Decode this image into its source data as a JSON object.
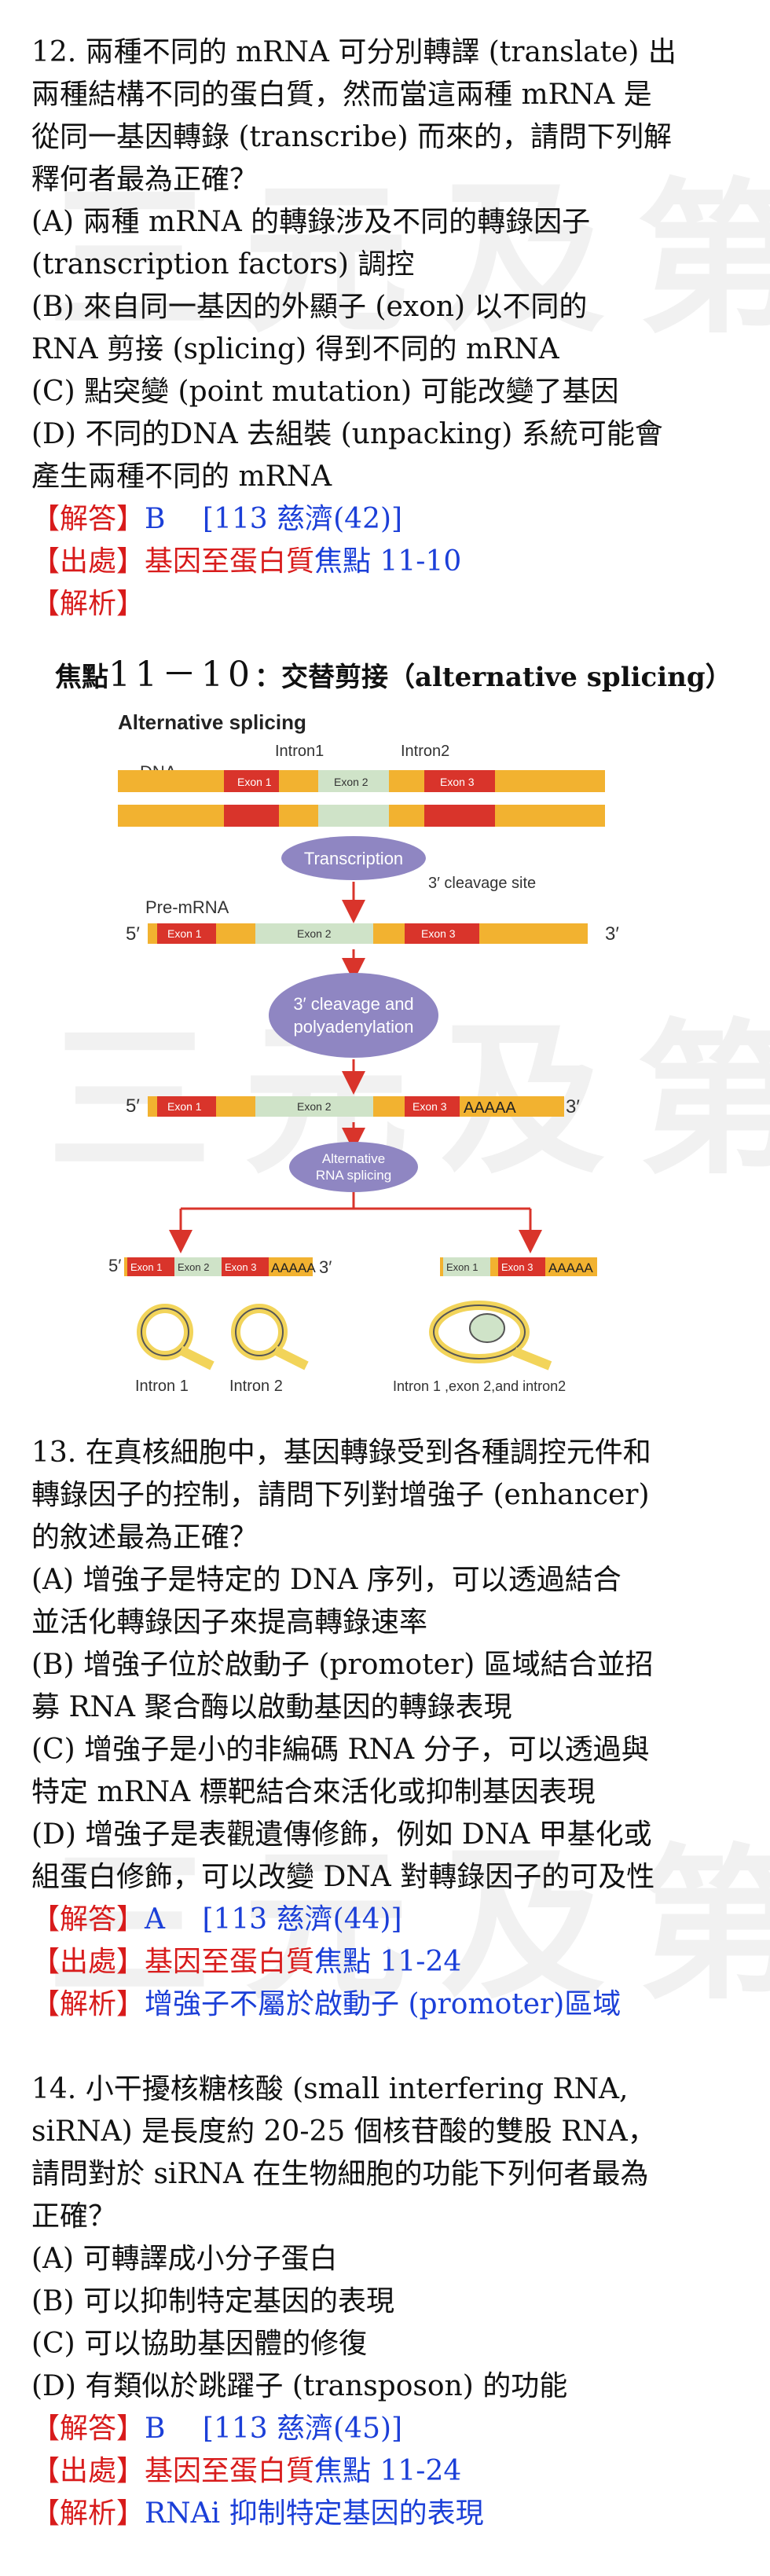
{
  "watermark": "三元及第",
  "q12": {
    "lines": [
      "12. 兩種不同的 mRNA 可分別轉譯 (translate) 出",
      "兩種結構不同的蛋白質，然而當這兩種 mRNA 是",
      "從同一基因轉錄 (transcribe) 而來的，請問下列解",
      "釋何者最為正確？",
      "(A) 兩種 mRNA 的轉錄涉及不同的轉錄因子",
      "(transcription factors) 調控",
      "(B) 來自同一基因的外顯子 (exon) 以不同的",
      "RNA 剪接 (splicing) 得到不同的 mRNA",
      "(C) 點突變 (point mutation) 可能改變了基因",
      "(D) 不同的DNA 去組裝 (unpacking) 系統可能會",
      "產生兩種不同的 mRNA"
    ],
    "answer_label": "【解答】",
    "answer_value": "B　 [113 慈濟(42)]",
    "source_label": "【出處】",
    "source_value": "基因至蛋白質",
    "source_value2": "焦點 11-10",
    "explain_label": "【解析】",
    "focus_prefix": "焦點",
    "focus_num": "11－10",
    "focus_title": "：交替剪接（alternative splicing）"
  },
  "figure": {
    "title": "Alternative splicing",
    "dna": "DNA",
    "intron1": "Intron1",
    "intron2": "Intron2",
    "exon1": "Exon 1",
    "exon2": "Exon 2",
    "exon3": "Exon 3",
    "transcription": "Transcription",
    "cleavage_site": "3′ cleavage site",
    "pre_mrna": "Pre-mRNA",
    "five": "5′",
    "three": "3′",
    "cleavage_line1": "3′ cleavage and",
    "cleavage_line2": "polyadenylation",
    "polya": "AAAAA",
    "alt_line1": "Alternative",
    "alt_line2": "RNA splicing",
    "out1": "Intron 1",
    "out2": "Intron 2",
    "out3": "Intron 1 ,exon 2,and intron2",
    "colors": {
      "exon1": "#d9342b",
      "exon3": "#d9342b",
      "exon2": "#cfe3c8",
      "intron": "#f2b230",
      "oval": "#8f86c2",
      "arrow": "#d9342b"
    }
  },
  "q13": {
    "lines": [
      "13. 在真核細胞中，基因轉錄受到各種調控元件和",
      "轉錄因子的控制，請問下列對增強子 (enhancer)",
      "的敘述最為正確？",
      "(A) 增強子是特定的 DNA 序列，可以透過結合",
      "並活化轉錄因子來提高轉錄速率",
      "(B) 增強子位於啟動子 (promoter) 區域結合並招",
      "募 RNA 聚合酶以啟動基因的轉錄表現",
      "(C) 增強子是小的非編碼 RNA 分子，可以透過與",
      "特定 mRNA 標靶結合來活化或抑制基因表現",
      "(D) 增強子是表觀遺傳修飾，例如 DNA 甲基化或",
      "組蛋白修飾，可以改變 DNA 對轉錄因子的可及性"
    ],
    "answer_label": "【解答】",
    "answer_value": "A　 [113 慈濟(44)]",
    "source_label": "【出處】",
    "source_value": "基因至蛋白質",
    "source_value2": "焦點 11-24",
    "explain_label": "【解析】",
    "explain_value": "增強子不屬於啟動子 (promoter)區域"
  },
  "q14": {
    "lines": [
      "14. 小干擾核糖核酸 (small interfering RNA,",
      "siRNA) 是長度約 20-25 個核苷酸的雙股 RNA，",
      "請問對於 siRNA 在生物細胞的功能下列何者最為",
      "正確？",
      "(A) 可轉譯成小分子蛋白",
      "(B) 可以抑制特定基因的表現",
      "(C) 可以協助基因體的修復",
      "(D) 有類似於跳躍子 (transposon) 的功能"
    ],
    "answer_label": "【解答】",
    "answer_value": "B　 [113 慈濟(45)]",
    "source_label": "【出處】",
    "source_value": "基因至蛋白質",
    "source_value2": "焦點 11-24",
    "explain_label": "【解析】",
    "explain_value": "RNAi 抑制特定基因的表現"
  }
}
